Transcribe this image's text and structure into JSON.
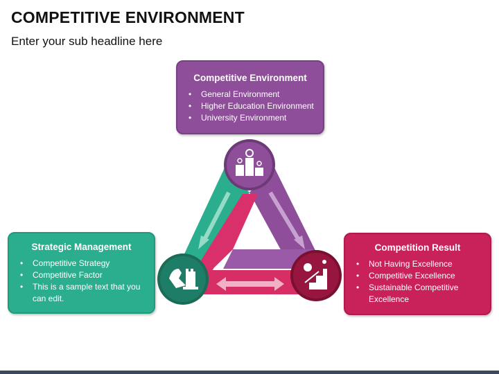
{
  "header": {
    "title": "COMPETITIVE ENVIRONMENT",
    "subtitle": "Enter your sub headline here"
  },
  "boxes": {
    "top": {
      "title": "Competitive Environment",
      "items": [
        "General Environment",
        "Higher Education Environment",
        "University Environment"
      ],
      "color": "#8e4e9a"
    },
    "left": {
      "title": "Strategic Management",
      "items": [
        "Competitive Strategy",
        "Competitive Factor",
        "This is a sample text that you can edit."
      ],
      "color": "#2aae8d"
    },
    "right": {
      "title": "Competition Result",
      "items": [
        "Not Having Excellence",
        "Competitive Excellence",
        "Sustainable Competitive Excellence"
      ],
      "color": "#c9215a"
    }
  },
  "icons": {
    "top": "podium-icon",
    "left": "chess-icon",
    "right": "trophy-growth-icon"
  },
  "colors": {
    "purple": "#8e4e9a",
    "teal": "#2aae8d",
    "crimson": "#c9215a",
    "dark_teal": "#1e6e5a",
    "dark_crimson": "#8a1234"
  }
}
